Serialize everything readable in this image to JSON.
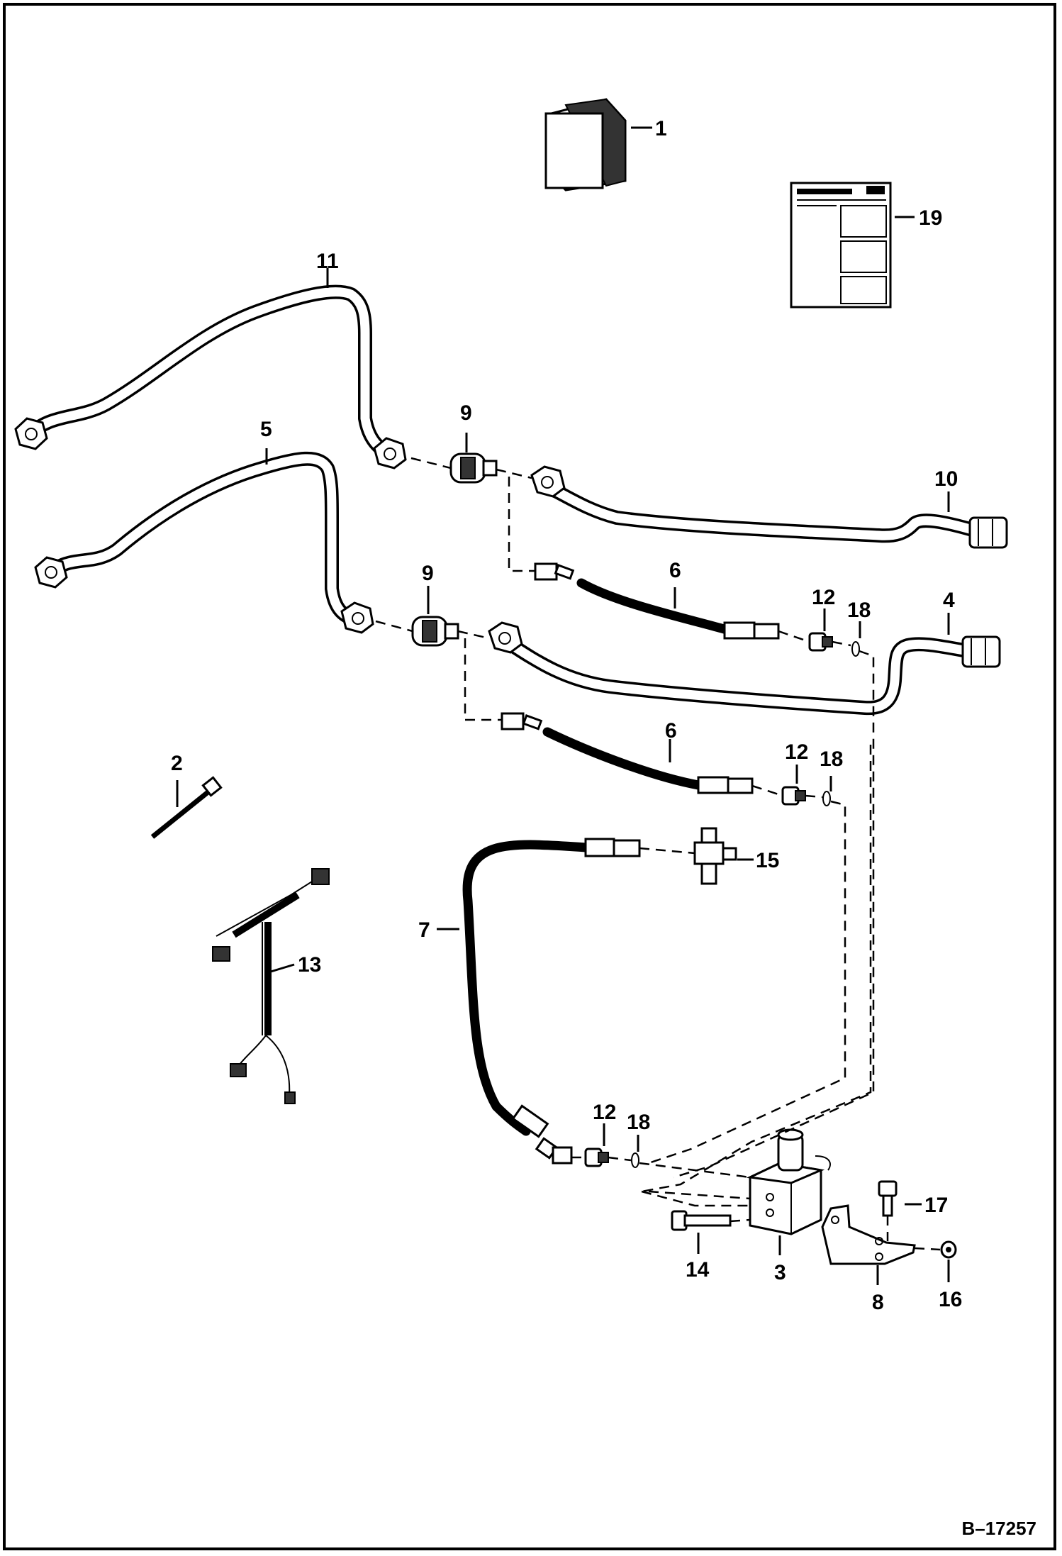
{
  "diagram": {
    "callouts": [
      "1",
      "19",
      "11",
      "5",
      "9",
      "10",
      "9",
      "6",
      "12",
      "18",
      "4",
      "2",
      "6",
      "12",
      "18",
      "15",
      "7",
      "13",
      "12",
      "18",
      "17",
      "14",
      "3",
      "8",
      "16"
    ],
    "document_number": "B–17257"
  }
}
